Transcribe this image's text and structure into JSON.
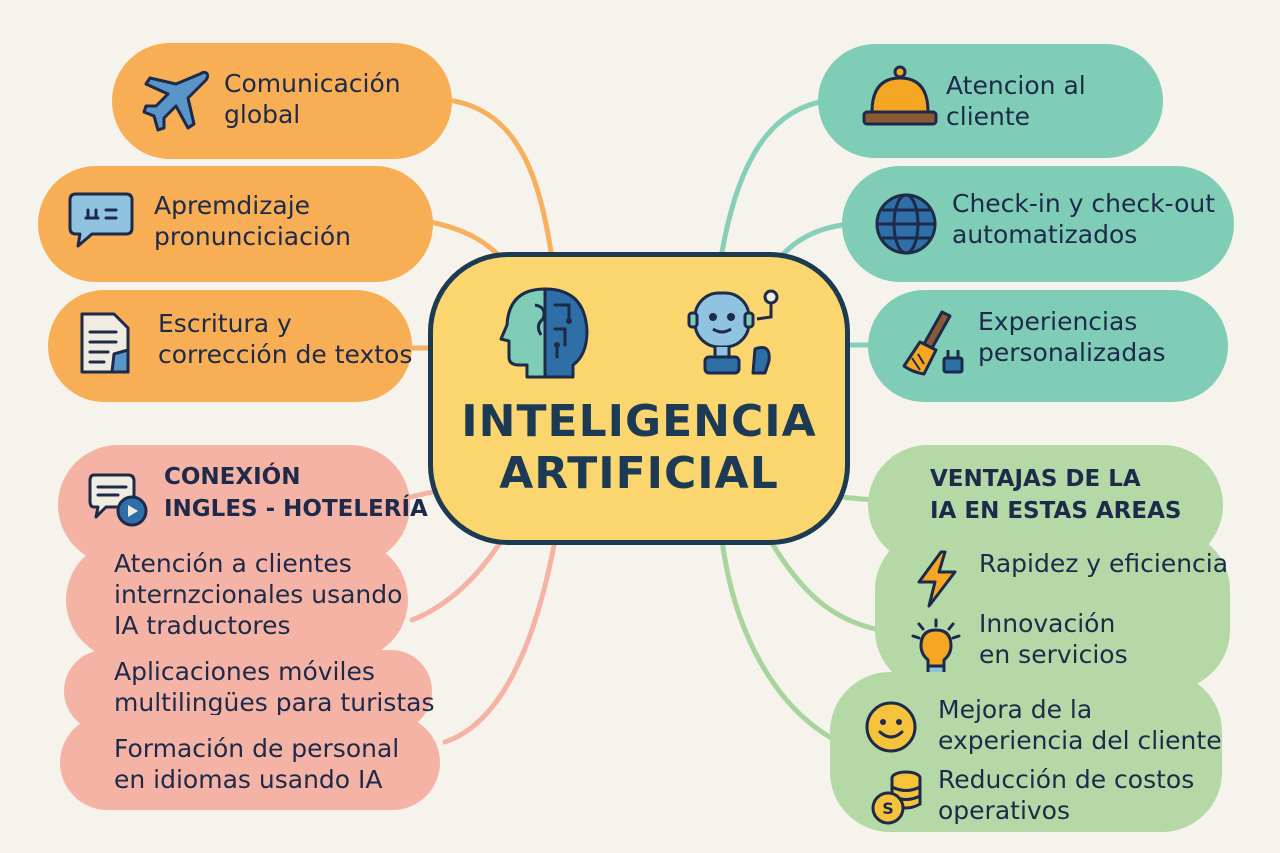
{
  "center": {
    "title_line1": "INTELIGENCIA",
    "title_line2": "ARTIFICIAL",
    "icons": [
      "ai-head-icon",
      "robot-icon"
    ]
  },
  "left_top": [
    {
      "line1": "Comunicación",
      "line2": "global",
      "icon": "airplane-icon"
    },
    {
      "line1": "Apremdizaje",
      "line2": "pronunciciación",
      "icon": "speech-bubble-icon"
    },
    {
      "line1": "Escritura y",
      "line2": "corrección de textos",
      "icon": "document-icon"
    }
  ],
  "right_top": [
    {
      "line1": "Atencion al",
      "line2": "cliente",
      "icon": "service-bell-icon"
    },
    {
      "line1": "Check-in y check-out",
      "line2": "automatizados",
      "icon": "globe-icon"
    },
    {
      "line1": "Experiencias",
      "line2": "personalizadas",
      "icon": "broom-icon"
    }
  ],
  "left_bottom": {
    "header_line1": "CONEXIÓN",
    "header_line2": "INGLES - HOTELERÍA",
    "header_icon": "chat-bubbles-icon",
    "items": [
      {
        "line1": "Atención a clientes",
        "line2": "internzcionales usando",
        "line3": "IA traductores"
      },
      {
        "line1": "Aplicaciones móviles",
        "line2": "multilingües para turistas"
      },
      {
        "line1": "Formación de personal",
        "line2": "en idiomas usando IA"
      }
    ]
  },
  "right_bottom": {
    "header_line1": "VENTAJAS DE LA",
    "header_line2": "IA EN ESTAS AREAS",
    "items": [
      {
        "line1": "Rapidez y eficiencia",
        "icon": "lightning-icon"
      },
      {
        "line1": "Innovación",
        "line2": "en servicios",
        "icon": "lightbulb-icon"
      },
      {
        "line1": "Mejora de la",
        "line2": "experiencia del cliente",
        "icon": "smiley-icon"
      },
      {
        "line1": "Reducción de costos",
        "line2": "operativos",
        "icon": "coins-icon"
      }
    ]
  },
  "colors": {
    "orange": "#f7ae54",
    "teal": "#7fcdb6",
    "pink": "#f4b3a4",
    "green": "#b4d8a6",
    "center": "#fbd66f",
    "dark_blue": "#1c3a52"
  }
}
